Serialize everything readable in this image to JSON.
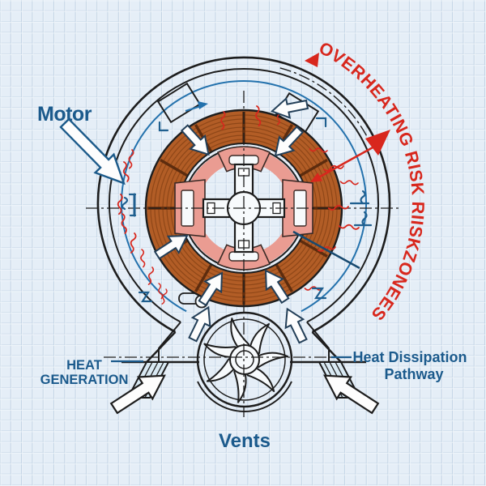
{
  "title": "Motor overheating blueprint diagram",
  "labels": {
    "motor": "Motor",
    "heat_generation": [
      "HEAT",
      "GENERATION"
    ],
    "heat_dissipation": [
      "Heat Dissipation",
      "Pathway"
    ],
    "vents": "Vents",
    "overheating_risk": "OVERHEATING RISK RIISKZONEES"
  },
  "colors": {
    "paper": "#e5eef7",
    "grid": "#c3d4e5",
    "ink": "#1d1d1d",
    "blue": "#2472ad",
    "navy_text": "#1b5a8c",
    "red": "#d8271d",
    "copper": "#b25d26",
    "copper_dark": "#78390f",
    "pink": "#ea9c92",
    "white": "#f7fafc"
  }
}
